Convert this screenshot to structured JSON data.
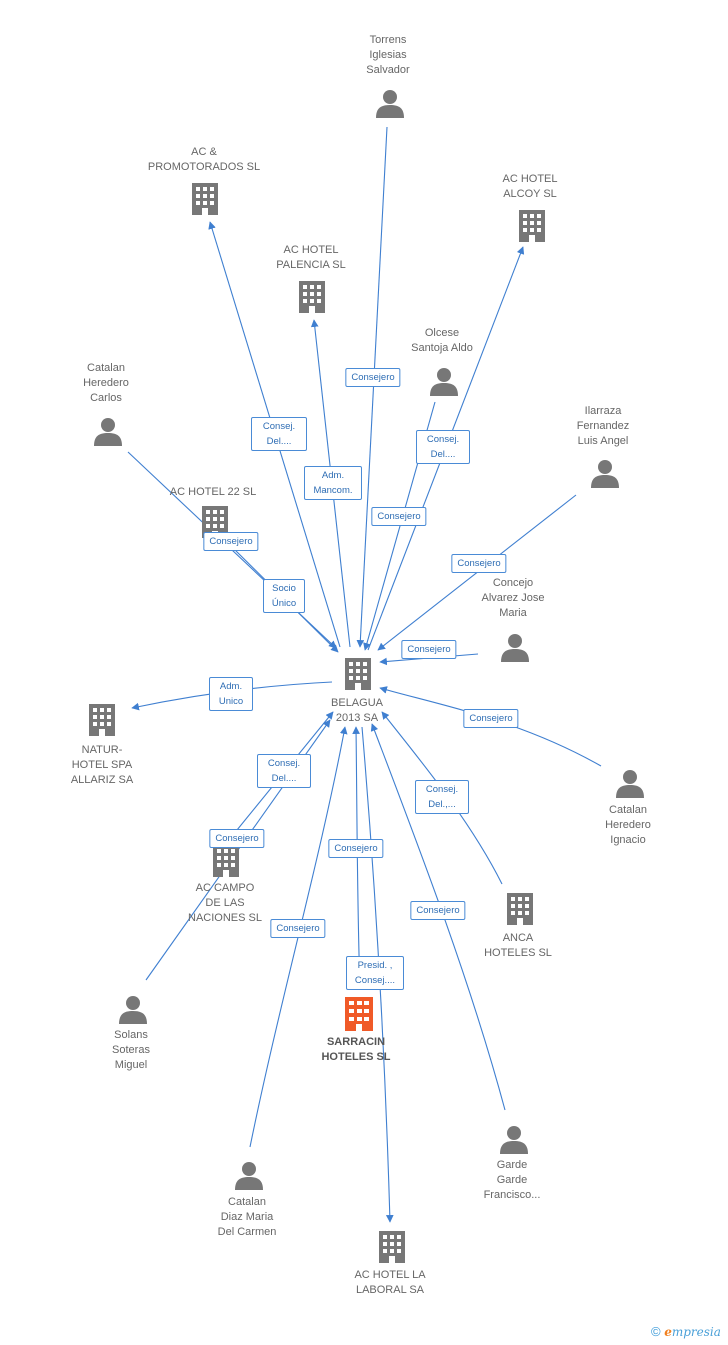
{
  "colors": {
    "edge": "#3f7fd0",
    "icon": "#777777",
    "focus_icon": "#f05a28"
  },
  "nodes": [
    {
      "id": "belagua",
      "type": "company",
      "label": "BELAGUA\n2013 SA"
    },
    {
      "id": "torrens",
      "type": "person",
      "label": "Torrens\nIglesias\nSalvador"
    },
    {
      "id": "ac_promotorados",
      "type": "company",
      "label": "AC &\nPROMOTORADOS SL"
    },
    {
      "id": "ac_alcoy",
      "type": "company",
      "label": "AC HOTEL\nALCOY SL"
    },
    {
      "id": "ac_palencia",
      "type": "company",
      "label": "AC HOTEL\nPALENCIA SL"
    },
    {
      "id": "olcese",
      "type": "person",
      "label": "Olcese\nSantoja Aldo"
    },
    {
      "id": "catalan_carlos",
      "type": "person",
      "label": "Catalan\nHeredero\nCarlos"
    },
    {
      "id": "ilarraza",
      "type": "person",
      "label": "Ilarraza\nFernandez\nLuis Angel"
    },
    {
      "id": "ac_22",
      "type": "company",
      "label": "AC HOTEL 22 SL"
    },
    {
      "id": "concejo",
      "type": "person",
      "label": "Concejo\nAlvarez Jose\nMaria"
    },
    {
      "id": "natur",
      "type": "company",
      "label": "NATUR-\nHOTEL SPA\nALLARIZ SA"
    },
    {
      "id": "catalan_ignacio",
      "type": "person",
      "label": "Catalan\nHeredero\nIgnacio"
    },
    {
      "id": "ac_campo",
      "type": "company",
      "label": "AC CAMPO\nDE LAS\nNACIONES  SL"
    },
    {
      "id": "anca",
      "type": "company",
      "label": "ANCA\nHOTELES SL"
    },
    {
      "id": "solans",
      "type": "person",
      "label": "Solans\nSoteras\nMiguel"
    },
    {
      "id": "sarracin",
      "type": "company",
      "focus": true,
      "label": "SARRACIN\nHOTELES SL"
    },
    {
      "id": "garde",
      "type": "person",
      "label": "Garde\nGarde\nFrancisco..."
    },
    {
      "id": "catalan_carmen",
      "type": "person",
      "label": "Catalan\nDiaz Maria\nDel Carmen"
    },
    {
      "id": "ac_laboral",
      "type": "company",
      "label": "AC HOTEL LA\nLABORAL SA"
    }
  ],
  "edges": [
    {
      "id": "e_torrens",
      "label": "Consejero"
    },
    {
      "id": "e_promotorados",
      "label": "Consej.\nDel...."
    },
    {
      "id": "e_palencia",
      "label": "Adm.\nMancom."
    },
    {
      "id": "e_olcese",
      "label": "Consejero"
    },
    {
      "id": "e_alcoy",
      "label": "Consej.\nDel...."
    },
    {
      "id": "e_catalan_carlos",
      "label": "Consejero"
    },
    {
      "id": "e_ac22",
      "label": "Socio\nÚnico"
    },
    {
      "id": "e_ilarraza",
      "label": "Consejero"
    },
    {
      "id": "e_concejo",
      "label": "Consejero"
    },
    {
      "id": "e_natur",
      "label": "Adm.\nUnico"
    },
    {
      "id": "e_catalan_ignacio",
      "label": "Consejero"
    },
    {
      "id": "e_ac_campo",
      "label": "Consej.\nDel...."
    },
    {
      "id": "e_anca",
      "label": "Consej.\nDel.,..."
    },
    {
      "id": "e_solans",
      "label": "Consejero"
    },
    {
      "id": "e_sarracin_up",
      "label": "Consejero"
    },
    {
      "id": "e_garde",
      "label": "Consejero"
    },
    {
      "id": "e_carmen",
      "label": "Consejero"
    },
    {
      "id": "e_laboral",
      "label": "Presid. ,\nConsej...."
    }
  ],
  "footer": {
    "copyright": "©",
    "brand_initial": "e",
    "brand_rest": "mpresia"
  }
}
